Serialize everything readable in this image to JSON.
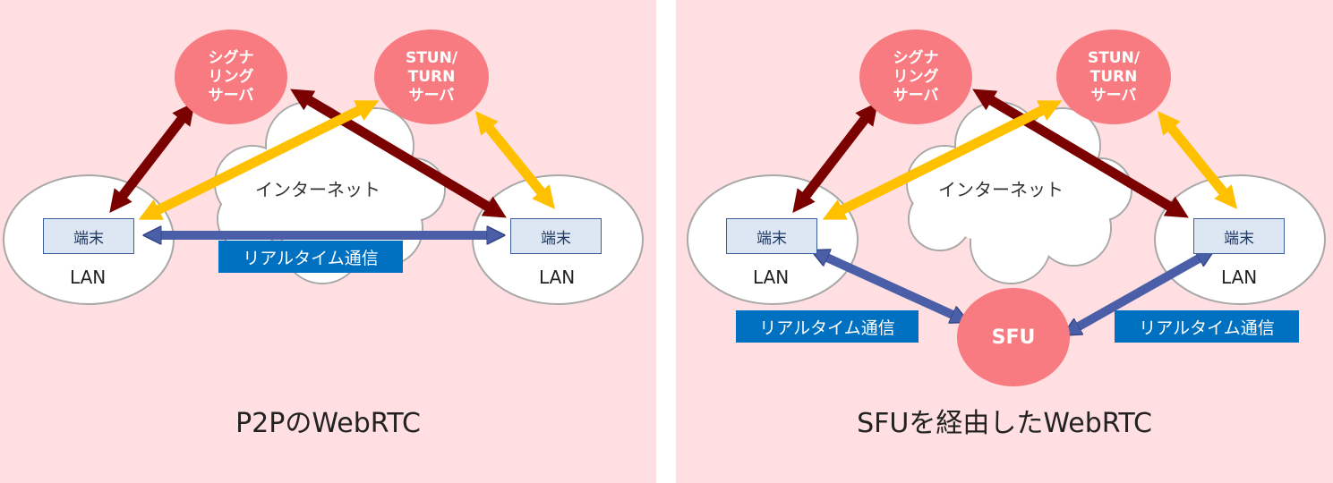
{
  "p2p": {
    "signaling": [
      "シグナ",
      "リング",
      "サーバ"
    ],
    "stun": [
      "STUN/",
      "TURN",
      "サーバ"
    ],
    "internet": "インターネット",
    "terminal_left": "端末",
    "terminal_right": "端末",
    "lan_left": "LAN",
    "lan_right": "LAN",
    "realtime": "リアルタイム通信",
    "caption": "P2PのWebRTC"
  },
  "sfu": {
    "signaling": [
      "シグナ",
      "リング",
      "サーバ"
    ],
    "stun": [
      "STUN/",
      "TURN",
      "サーバ"
    ],
    "internet": "インターネット",
    "terminal_left": "端末",
    "terminal_right": "端末",
    "lan_left": "LAN",
    "lan_right": "LAN",
    "sfu": "SFU",
    "realtime_left": "リアルタイム通信",
    "realtime_right": "リアルタイム通信",
    "caption": "SFUを経由したWebRTC"
  },
  "colors": {
    "background": "#ffdfe1",
    "server": "#f77b80",
    "signaling_arrow": "#7b0000",
    "stun_arrow": "#ffc000",
    "realtime_arrow": "#4a5fa8",
    "realtime_label": "#0070c0",
    "terminal_fill": "#dde7f3"
  }
}
